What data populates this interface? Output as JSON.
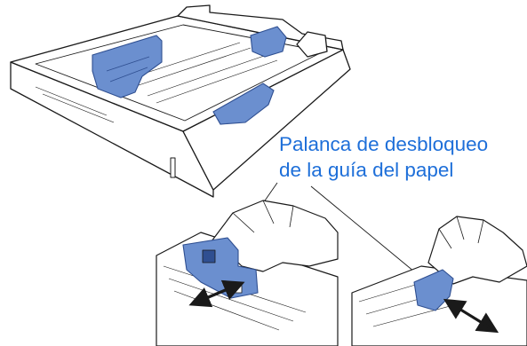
{
  "callout": {
    "line1": "Palanca de desbloqueo",
    "line2": "de la guía del papel"
  },
  "colors": {
    "label_text": "#1e6fd9",
    "guide_blue": "#6b8fcf",
    "guide_blue_dark": "#2f4f91",
    "outline": "#1a1a1a"
  },
  "icons": {
    "main_view": "paper-tray-illustration",
    "detail_left": "hand-pressing-guide-lever",
    "detail_right": "hand-sliding-side-guide",
    "motion": "double-arrow-icon"
  }
}
